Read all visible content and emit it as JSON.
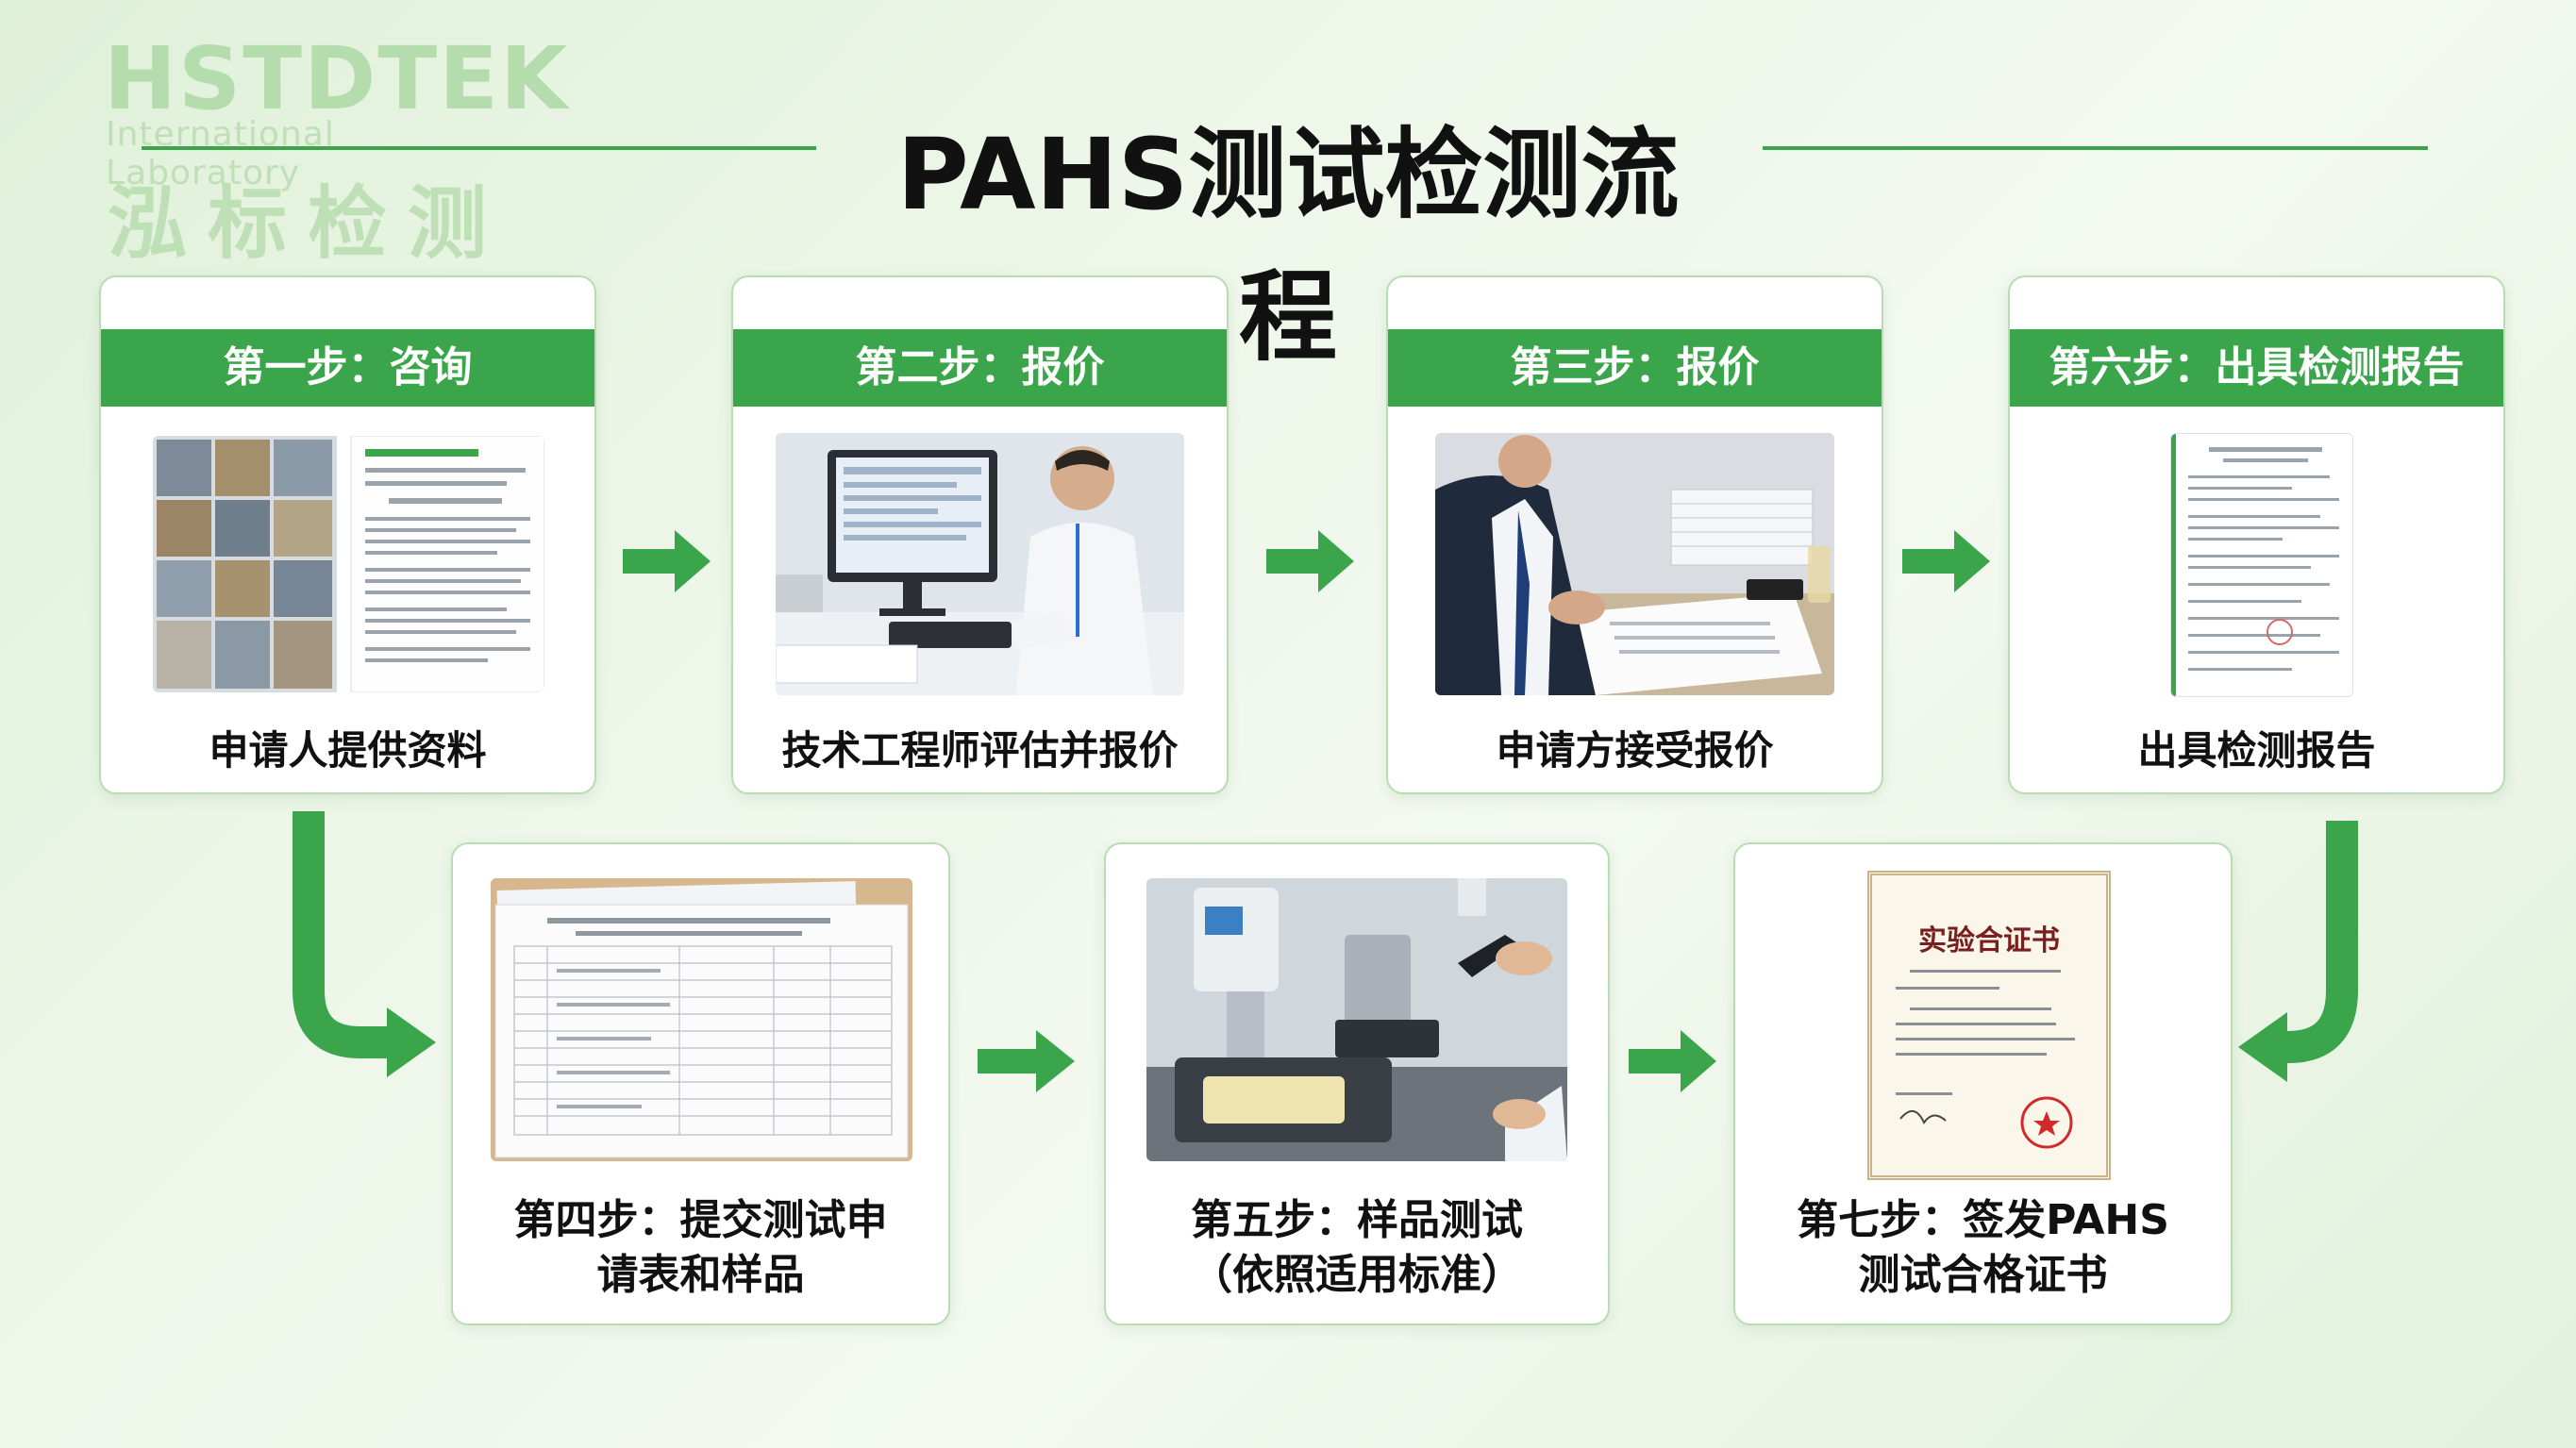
{
  "logo": {
    "brand": "HSTDTEK",
    "subtitle": "International   Laboratory",
    "cn": "泓标检测"
  },
  "title": "PAHS测试检测流程",
  "steps": [
    {
      "header": "第一步：咨询",
      "caption": "申请人提供资料"
    },
    {
      "header": "第二步：报价",
      "caption": "技术工程师评估并报价"
    },
    {
      "header": "第三步：报价",
      "caption": "申请方接受报价"
    },
    {
      "header": "第六步：出具检测报告",
      "caption": "出具检测报告"
    },
    {
      "caption_line1": "第四步：提交测试申",
      "caption_line2": "请表和样品"
    },
    {
      "caption_line1": "第五步：样品测试",
      "caption_line2": "（依照适用标准）"
    },
    {
      "caption_line1": "第七步：签发PAHS",
      "caption_line2": "测试合格证书"
    }
  ],
  "certificate": {
    "title": "实验合证书"
  },
  "colors": {
    "accent": "#3aa54a",
    "border": "#b9dcb2"
  }
}
